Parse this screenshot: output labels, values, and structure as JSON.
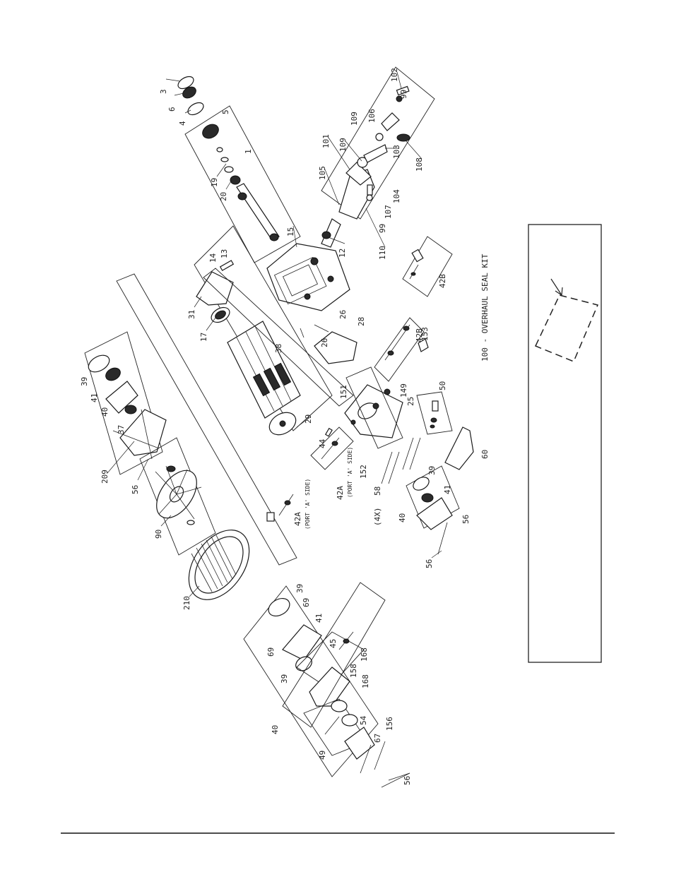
{
  "title": "100 - OVERHAUL SEAL KIT",
  "legend": {
    "kit_label": "100 - OVERHAUL SEAL KIT"
  },
  "callouts": [
    "3",
    "6",
    "4",
    "5",
    "1",
    "19",
    "20",
    "102",
    "99",
    "109",
    "106",
    "101",
    "109",
    "105",
    "103",
    "108",
    "104",
    "107",
    "99",
    "110",
    "12",
    "15",
    "14",
    "13",
    "31",
    "17",
    "38",
    "26",
    "26",
    "28",
    "42B",
    "153",
    "42B",
    "39",
    "41",
    "40",
    "37",
    "209",
    "56",
    "90",
    "29",
    "151",
    "149",
    "25",
    "50",
    "60",
    "44",
    "42A",
    "152",
    "58",
    "42A",
    "39",
    "41",
    "40",
    "56",
    "56",
    "210",
    "39",
    "69",
    "69",
    "41",
    "45",
    "39",
    "168",
    "158",
    "168",
    "40",
    "54",
    "156",
    "67",
    "49",
    "56"
  ],
  "side_notes": [
    "(PORT 'A' SIDE)",
    "(PORT 'A' SIDE)",
    "(4X)"
  ],
  "colors": {
    "ink": "#1a1a1a",
    "paper": "#ffffff"
  }
}
